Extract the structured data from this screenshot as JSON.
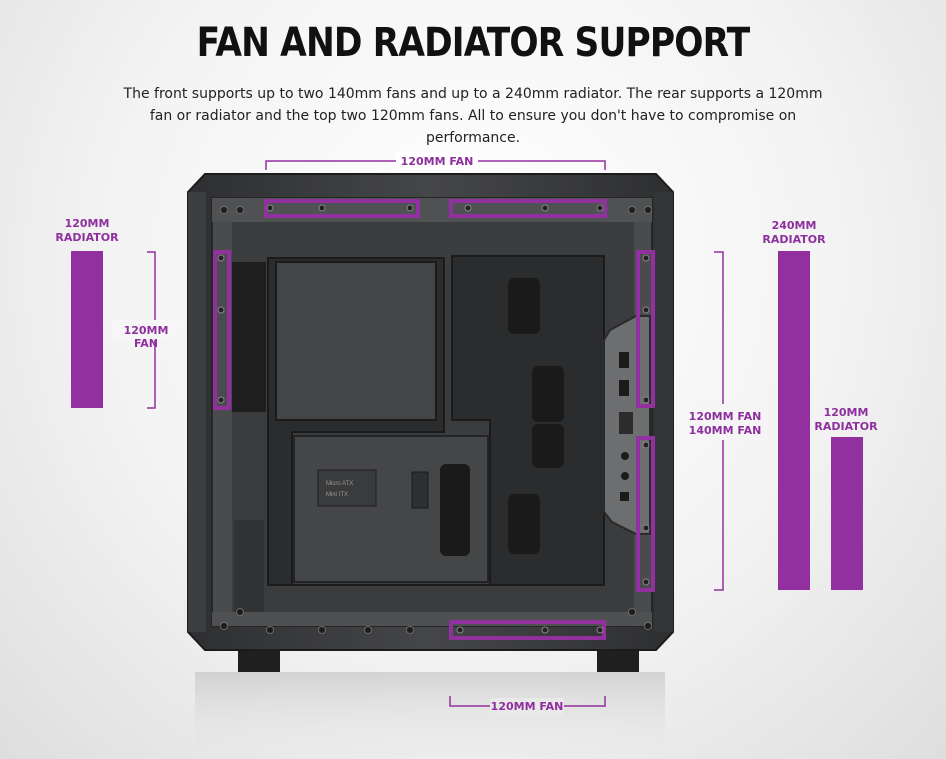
{
  "header": {
    "title": "FAN AND RADIATOR SUPPORT",
    "description": "The front supports up to two 140mm fans and up to a 240mm radiator. The rear supports a 120mm fan or radiator and the top two 120mm fans. All to ensure you don't have to compromise on performance."
  },
  "labels": {
    "top_fan": "120MM FAN",
    "rear_radiator_1": "120MM",
    "rear_radiator_2": "RADIATOR",
    "rear_fan": "120MM FAN",
    "front_fan_1": "120MM FAN",
    "front_fan_2": "140MM FAN",
    "front_radiator_1": "240MM",
    "front_radiator_2": "RADIATOR",
    "front_small_radiator_1": "120MM",
    "front_small_radiator_2": "RADIATOR",
    "bottom_fan": "120MM FAN",
    "mobo_1": "Micro ATX",
    "mobo_2": "Mini ITX"
  },
  "colors": {
    "accent": "#93309f",
    "case": "#3a3b3d",
    "background": "#f3f3f3"
  }
}
